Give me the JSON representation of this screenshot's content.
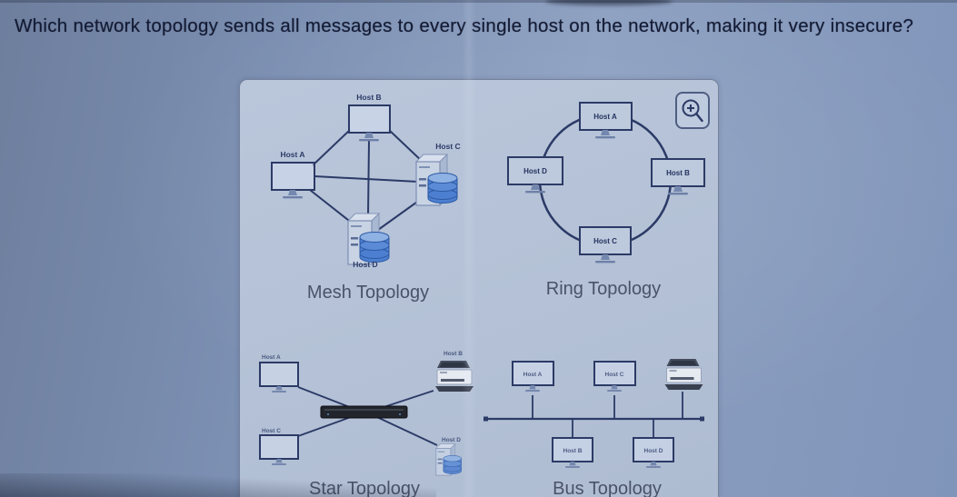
{
  "question": "Which network topology sends all messages to every single host on the network, making it very insecure?",
  "image_panel": {
    "zoom_button_icon": "zoom-in-magnifier",
    "diagrams": {
      "mesh": {
        "caption": "Mesh Topology",
        "hosts": {
          "a": "Host A",
          "b": "Host B",
          "c": "Host C",
          "d": "Host D"
        }
      },
      "ring": {
        "caption": "Ring Topology",
        "hosts": {
          "a": "Host A",
          "b": "Host B",
          "c": "Host C",
          "d": "Host D"
        }
      },
      "star": {
        "caption": "Star Topology",
        "hosts": {
          "a": "Host A",
          "b": "Host B",
          "c": "Host C",
          "d": "Host D"
        }
      },
      "bus": {
        "caption": "Bus Topology",
        "hosts": {
          "a": "Host A",
          "b": "Host B",
          "c": "Host C",
          "d": "Host D"
        }
      }
    }
  },
  "colors": {
    "background": "#7d91b3",
    "panel_background": "#b7c3d7",
    "diagram_line": "#2b3a66",
    "question_text": "#131a33",
    "caption_text": "#49526a",
    "database_accent": "#4d7fd0"
  }
}
